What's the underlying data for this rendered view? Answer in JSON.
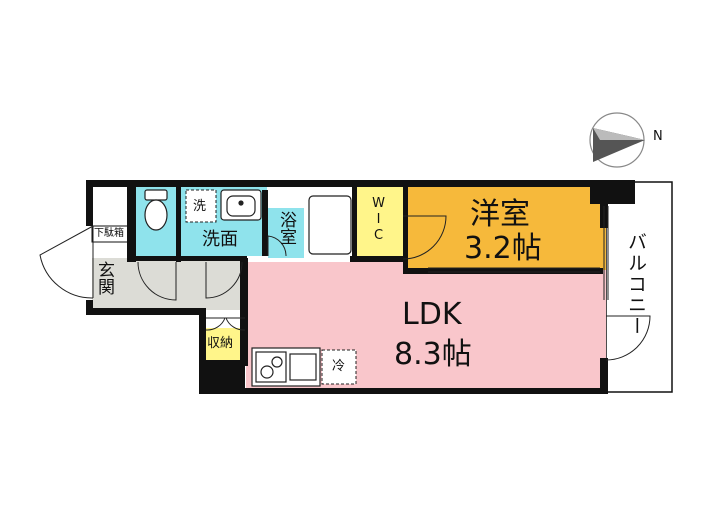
{
  "compass": {
    "label": "N"
  },
  "rooms": {
    "western_room": {
      "name": "洋室",
      "size": "3.2帖"
    },
    "ldk": {
      "name": "LDK",
      "size": "8.3帖"
    },
    "balcony": {
      "name": "バルコニー"
    },
    "wic": {
      "name": "WIC"
    },
    "bath": {
      "name": "浴室"
    },
    "washroom": {
      "name": "洗面"
    },
    "washer": {
      "name": "洗"
    },
    "entrance": {
      "name": "玄関"
    },
    "shoe_box": {
      "name": "下駄箱"
    },
    "storage": {
      "name": "収納"
    },
    "fridge": {
      "name": "冷"
    }
  },
  "colors": {
    "western_room": "#F6B93B",
    "ldk": "#F9C6CB",
    "wet_area": "#8FE3EC",
    "wic": "#FFF58A",
    "entrance": "#DCDCD6",
    "wall": "#111111"
  }
}
